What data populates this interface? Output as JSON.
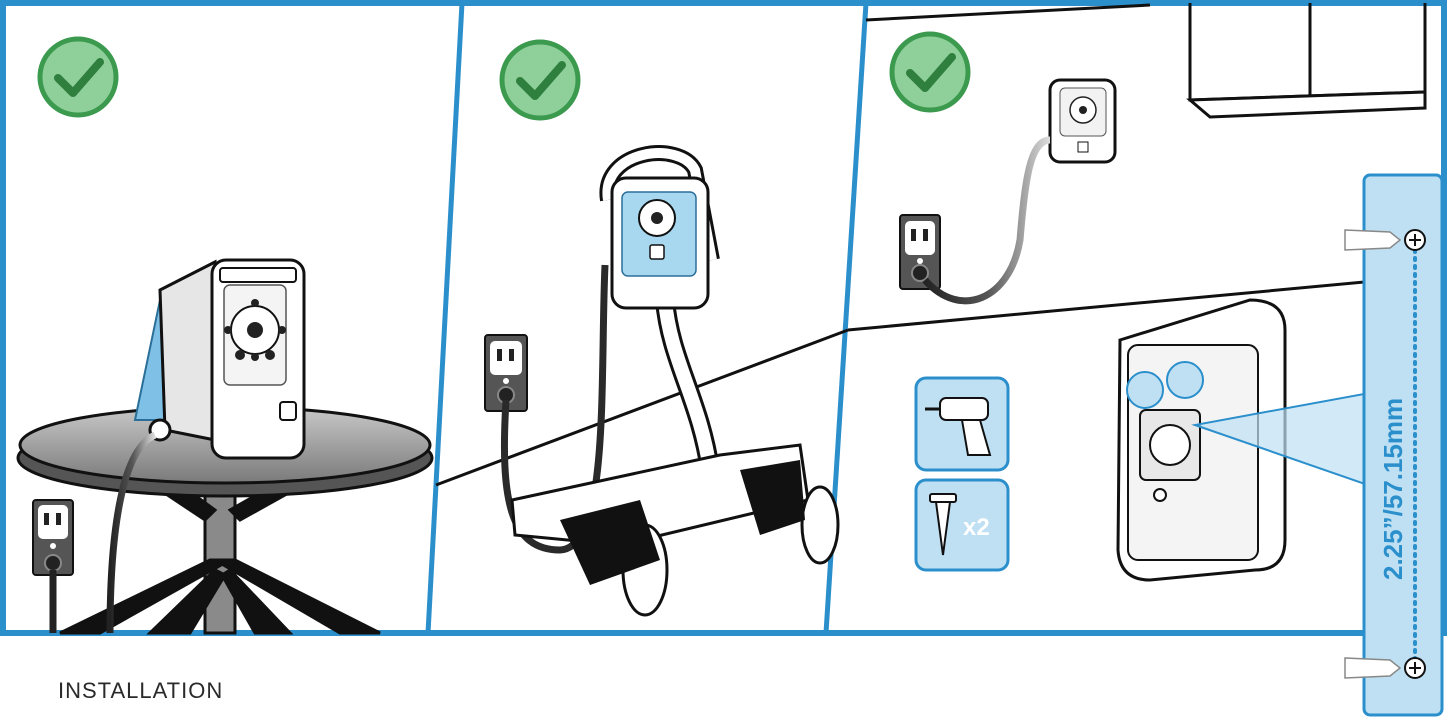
{
  "caption": "INSTALLATION",
  "panels": [
    {
      "id": "table",
      "status": "ok",
      "icon": "checkmark-icon"
    },
    {
      "id": "caddy",
      "status": "ok",
      "icon": "checkmark-icon"
    },
    {
      "id": "wall",
      "status": "ok",
      "icon": "checkmark-icon"
    }
  ],
  "tools": {
    "drill": "drill-icon",
    "screw": "screw-icon",
    "screw_count": "x2"
  },
  "measurement": {
    "label": "2.25”/57.15mm"
  },
  "colors": {
    "frame_blue": "#2b8fcc",
    "check_green": "#3c9a4f",
    "check_fill": "#8fd09a",
    "highlight_blue": "#bfe0f3"
  }
}
